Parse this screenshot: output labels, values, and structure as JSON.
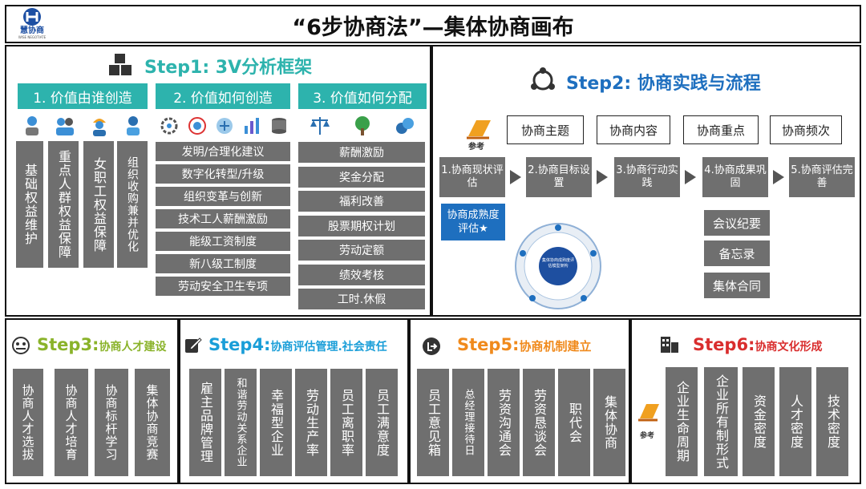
{
  "logo": {
    "name": "慧协商",
    "sub": "WISE NEGOTIATE"
  },
  "title": "“6步协商法”—集体协商画布",
  "step1": {
    "title": "Step1: 3V分析框架",
    "col1": {
      "header": "1. 价值由谁创造",
      "items": [
        "基础权益维护",
        "重点人群权益保障",
        "女职工权益保障",
        "组织收购兼并优化"
      ]
    },
    "col2": {
      "header": "2. 价值如何创造",
      "items": [
        "发明/合理化建议",
        "数字化转型/升级",
        "组织变革与创新",
        "技术工人薪酬激励",
        "能级工资制度",
        "新八级工制度",
        "劳动安全卫生专项"
      ]
    },
    "col3": {
      "header": "3. 价值如何分配",
      "items": [
        "薪酬激励",
        "奖金分配",
        "福利改善",
        "股票期权计划",
        "劳动定额",
        "绩效考核",
        "工时.休假"
      ]
    }
  },
  "step2": {
    "title": "Step2: 协商实践与流程",
    "ref": "参考",
    "topics": [
      "协商主题",
      "协商内容",
      "协商重点",
      "协商频次"
    ],
    "flow": [
      "1.协商现状评估",
      "2.协商目标设置",
      "3.协商行动实践",
      "4.协商成果巩固",
      "5.协商评估完善"
    ],
    "maturity": "协商成熟度评估★",
    "outputs": [
      "会议纪要",
      "备忘录",
      "集体合同"
    ],
    "circle_center": "集体协商成熟度评估模型架构"
  },
  "step3": {
    "title": "Step3:",
    "subtitle": "协商人才建设",
    "items": [
      "协商人才选拔",
      "协商人才培育",
      "协商标杆学习",
      "集体协商竞赛"
    ]
  },
  "step4": {
    "title": "Step4:",
    "subtitle": "协商评估管理.社会责任",
    "items": [
      "雇主品牌管理",
      "和谐劳动关系企业",
      "幸福型企业",
      "劳动生产率",
      "员工离职率",
      "员工满意度"
    ]
  },
  "step5": {
    "title": "Step5:",
    "subtitle": "协商机制建立",
    "items": [
      "员工意见箱",
      "总经理接待日",
      "劳资沟通会",
      "劳资恳谈会",
      "职代会",
      "集体协商"
    ]
  },
  "step6": {
    "title": "Step6:",
    "subtitle": "协商文化形成",
    "ref": "参考",
    "items": [
      "企业生命周期",
      "企业所有制形式",
      "资金密度",
      "人才密度",
      "技术密度"
    ]
  },
  "colors": {
    "teal": "#2db3ad",
    "gray": "#6f6f6f",
    "step2_blue": "#1e6fbf",
    "step3_green": "#8ab32a",
    "step4_blue": "#1a9ed8",
    "step5_orange": "#f08a1c",
    "step6_red": "#d92d2d"
  }
}
